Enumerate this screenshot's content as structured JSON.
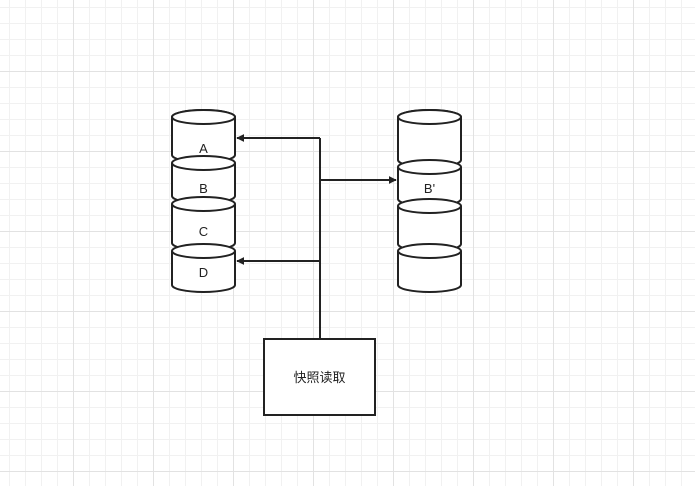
{
  "diagram": {
    "left_stack": {
      "segments": [
        "A",
        "B",
        "C",
        "D"
      ]
    },
    "right_stack": {
      "segments": [
        "",
        "B'",
        "",
        ""
      ]
    },
    "box": {
      "label": "快照读取"
    }
  }
}
